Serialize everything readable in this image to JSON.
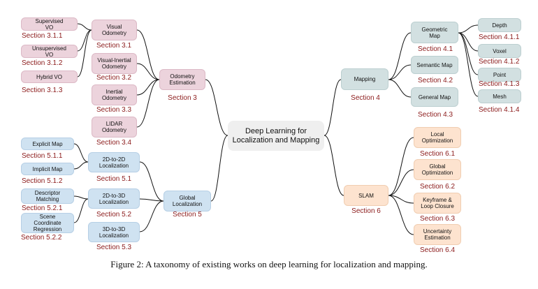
{
  "root": {
    "label": "Deep Learning for\nLocalization and Mapping"
  },
  "odometry": {
    "label": "Odometry\nEstimation",
    "section": "Section 3",
    "visual": {
      "label": "Visual\nOdometry",
      "section": "Section 3.1",
      "items": [
        {
          "label": "Supervised\nVO",
          "section": "Section 3.1.1"
        },
        {
          "label": "Unsupervised\nVO",
          "section": "Section 3.1.2"
        },
        {
          "label": "Hybrid VO",
          "section": "Section 3.1.3"
        }
      ]
    },
    "others": [
      {
        "label": "Visual-Inertial\nOdometry",
        "section": "Section 3.2"
      },
      {
        "label": "Inertial\nOdometry",
        "section": "Section 3.3"
      },
      {
        "label": "LIDAR\nOdometry",
        "section": "Section 3.4"
      }
    ]
  },
  "global_loc": {
    "label": "Global\nLocalization",
    "section": "Section 5",
    "l2d2d": {
      "label": "2D-to-2D\nLocalization",
      "section": "Section 5.1",
      "items": [
        {
          "label": "Explicit Map",
          "section": "Section 5.1.1"
        },
        {
          "label": "Implicit Map",
          "section": "Section 5.1.2"
        }
      ]
    },
    "l2d3d": {
      "label": "2D-to-3D\nLocalization",
      "section": "Section 5.2",
      "items": [
        {
          "label": "Descriptor\nMatching",
          "section": "Section 5.2.1"
        },
        {
          "label": "Scene\nCoordinate\nRegression",
          "section": "Section 5.2.2"
        }
      ]
    },
    "l3d3d": {
      "label": "3D-to-3D\nLocalization",
      "section": "Section 5.3"
    }
  },
  "mapping": {
    "label": "Mapping",
    "section": "Section 4",
    "geometric": {
      "label": "Geometric\nMap",
      "section": "Section 4.1",
      "items": [
        {
          "label": "Depth",
          "section": "Section 4.1.1"
        },
        {
          "label": "Voxel",
          "section": "Section 4.1.2"
        },
        {
          "label": "Point",
          "section": "Section 4.1.3"
        },
        {
          "label": "Mesh",
          "section": "Section 4.1.4"
        }
      ]
    },
    "others": [
      {
        "label": "Semantic Map",
        "section": "Section 4.2"
      },
      {
        "label": "General Map",
        "section": "Section 4.3"
      }
    ]
  },
  "slam": {
    "label": "SLAM",
    "section": "Section 6",
    "items": [
      {
        "label": "Local\nOptimization",
        "section": "Section 6.1"
      },
      {
        "label": "Global\nOptimization",
        "section": "Section 6.2"
      },
      {
        "label": "Keyframe &\nLoop Closure",
        "section": "Section 6.3"
      },
      {
        "label": "Uncertainty\nEstimation",
        "section": "Section 6.4"
      }
    ]
  },
  "caption": "Figure 2: A taxonomy of existing works on deep learning for localization and mapping."
}
